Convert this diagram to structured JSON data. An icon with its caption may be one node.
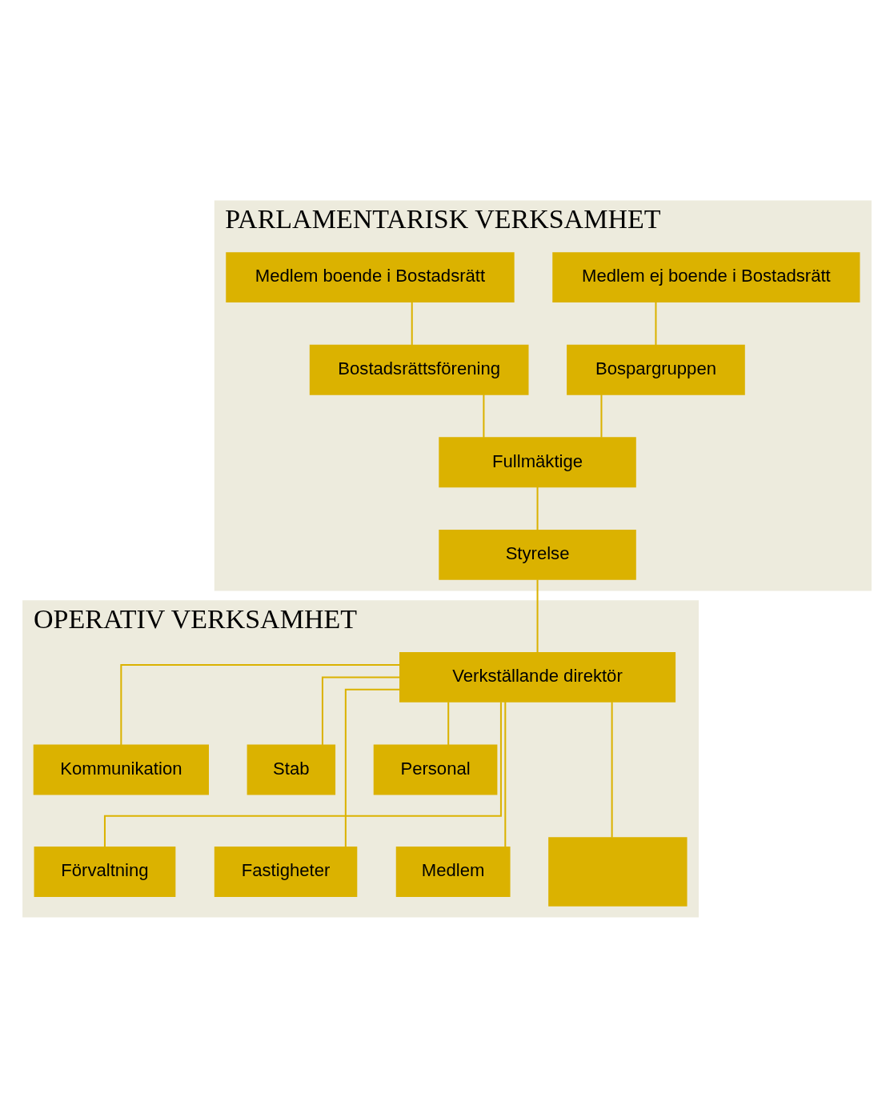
{
  "diagram": {
    "nodes": [
      {
        "text": [
          "PARLAMENTARISK VERKSAMHET"
        ]
      },
      {
        "text": [
          "Medlem boende i Bostadsrätt"
        ],
        "in": 0
      },
      {
        "text": [
          "Medlem ej boende i Bostadsrätt"
        ],
        "in": 0
      },
      {
        "text": [
          "Bostadsrättsförening"
        ],
        "in": 0
      },
      {
        "text": [
          "Bospargruppen"
        ],
        "in": 0
      },
      {
        "text": [
          "Fullmäktige"
        ],
        "in": 0
      },
      {
        "text": [
          "Styrelse"
        ],
        "in": 0
      },
      {
        "text": [
          "OPERATIV VERKSAMHET"
        ]
      },
      {
        "text": [
          "Verkställande direktör"
        ],
        "in": 7
      },
      {
        "text": [
          "Kommunikation"
        ],
        "in": 7
      },
      {
        "text": [
          "Stab"
        ],
        "in": 7
      },
      {
        "text": [
          "Personal"
        ],
        "in": 7
      },
      {
        "text": [
          "Förvaltning"
        ],
        "in": 7
      },
      {
        "text": [
          "Fastigheter"
        ],
        "in": 7
      },
      {
        "text": [
          "Medlem"
        ],
        "in": 7
      },
      {
        "text": [],
        "shape": "box",
        "in": 7
      }
    ],
    "edges": [
      {
        "from": 1,
        "to": 3,
        "arrow": "none"
      },
      {
        "from": 2,
        "to": 4,
        "arrow": "none"
      },
      {
        "from": 3,
        "to": 5,
        "arrow": "none"
      },
      {
        "from": 4,
        "to": 5,
        "arrow": "none"
      },
      {
        "from": 5,
        "to": 6,
        "arrow": "none"
      },
      {
        "from": 6,
        "to": 8,
        "arrow": "none"
      },
      {
        "from": 8,
        "to": 9,
        "arrow": "none"
      },
      {
        "from": 8,
        "to": 10,
        "arrow": "none"
      },
      {
        "from": 8,
        "to": 11,
        "arrow": "none"
      },
      {
        "from": 8,
        "to": 12,
        "arrow": "none"
      },
      {
        "from": 8,
        "to": 13,
        "arrow": "none"
      },
      {
        "from": 8,
        "to": 14,
        "arrow": "none"
      },
      {
        "from": 8,
        "to": 15,
        "arrow": "none"
      }
    ]
  }
}
